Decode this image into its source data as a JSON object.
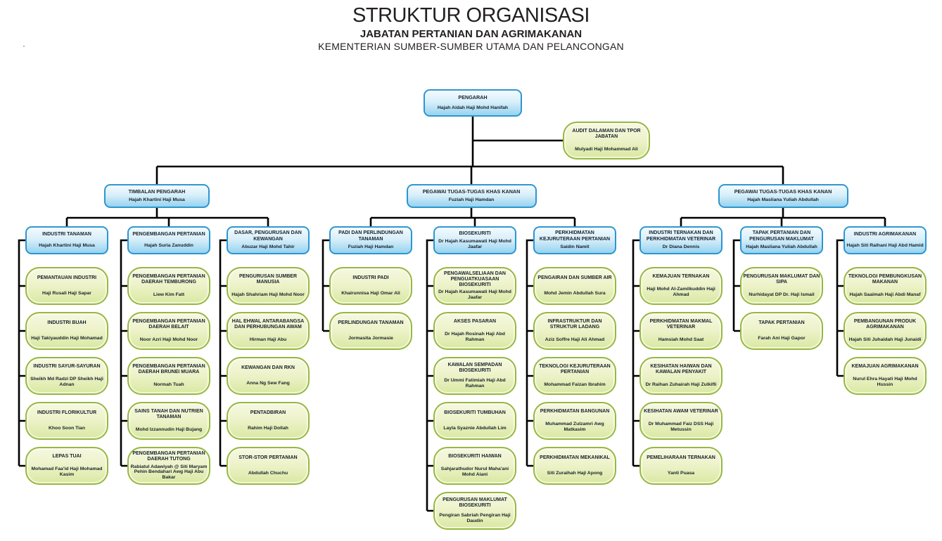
{
  "title": {
    "main": "STRUKTUR ORGANISASI",
    "department": "JABATAN PERTANIAN DAN AGRIMAKANAN",
    "ministry": "KEMENTERIAN SUMBER-SUMBER UTAMA DAN PELANCONGAN"
  },
  "colors": {
    "blue_border": "#2d96cf",
    "blue_fill_top": "#d9effa",
    "blue_fill_bottom": "#96d3f0",
    "green_border": "#97b83f",
    "green_fill_top": "#f5f8e0",
    "green_fill_bottom": "#d9e8a2",
    "line": "#000000",
    "text": "#17212b"
  },
  "root": {
    "title": "PENGARAH",
    "name": "Hajah Aidah Haji Mohd Hanifah"
  },
  "audit": {
    "title": "AUDIT DALAMAN DAN TPOR JABATAN",
    "name": "Mulyadi Haji Mohammad Ali"
  },
  "groups": [
    {
      "title": "TIMBALAN PENGARAH",
      "name": "Hajah Khartini Haji Musa",
      "columns": [
        {
          "title": "INDUSTRI TANAMAN",
          "name": "Hajah Khartini Haji Musa",
          "items": [
            {
              "title": "PEMANTAUAN INDUSTRI",
              "name": "Haji Rusali Haji Sapar"
            },
            {
              "title": "INDUSTRI BUAH",
              "name": "Haji Takiyauddin Haji Mohamad"
            },
            {
              "title": "INDUSTRI SAYUR-SAYURAN",
              "name": "Sheikh Md Radzi DP Sheikh Haji Adnan"
            },
            {
              "title": "INDUSTRI FLORIKULTUR",
              "name": "Khoo Soon Tian"
            },
            {
              "title": "LEPAS TUAI",
              "name": "Mohamad Faa'id Haji Mohamad Kasim"
            }
          ]
        },
        {
          "title": "PENGEMBANGAN PERTANIAN",
          "name": "Hajah Suria Zanuddin",
          "items": [
            {
              "title": "PENGEMBANGAN PERTANIAN DAERAH TEMBURONG",
              "name": "Liew Kim Fatt"
            },
            {
              "title": "PENGEMBANGAN PERTANIAN DAERAH BELAIT",
              "name": "Noor Azri Haji Mohd Noor"
            },
            {
              "title": "PENGEMBANGAN PERTANIAN DAERAH BRUNEI MUARA",
              "name": "Normah Tuah"
            },
            {
              "title": "SAINS TANAH DAN NUTRIEN TANAMAN",
              "name": "Mohd Izzannudin Haji Bujang"
            },
            {
              "title": "PENGEMBANGAN PERTANIAN DAERAH TUTONG",
              "name": "Rabiatul Adawiyah @ Siti Maryam Pehin Bendahari Awg Haji Abu Bakar"
            }
          ]
        },
        {
          "title": "DASAR, PENGURUSAN DAN KEWANGAN",
          "name": "Abuzar Haji Mohd Tahir",
          "items": [
            {
              "title": "PENGURUSAN SUMBER MANUSIA",
              "name": "Hajah Shahriam Haji Mohd Noor"
            },
            {
              "title": "HAL EHWAL ANTARABANGSA DAN PERHUBUNGAN AWAM",
              "name": "Hirman Haji Abu"
            },
            {
              "title": "KEWANGAN DAN RKN",
              "name": "Anna Ng Sew Fang"
            },
            {
              "title": "PENTADBIRAN",
              "name": "Rahim Haji Dollah"
            },
            {
              "title": "STOR-STOR PERTANIAN",
              "name": "Abdullah Chuchu"
            }
          ]
        }
      ]
    },
    {
      "title": "PEGAWAI TUGAS-TUGAS KHAS KANAN",
      "name": "Fuziah Haji Hamdan",
      "columns": [
        {
          "title": "PADI DAN PERLINDUNGAN TANAMAN",
          "name": "Fuziah Haji Hamdan",
          "items": [
            {
              "title": "INDUSTRI PADI",
              "name": "Khairunnisa Haji Omar Ali"
            },
            {
              "title": "PERLINDUNGAN TANAMAN",
              "name": "Jormasita Jormasie"
            }
          ]
        },
        {
          "title": "BIOSEKURITI",
          "name": "Dr Hajah Kasumawati Haji Mohd Jaafar",
          "items": [
            {
              "title": "PENGAWALSELIAAN DAN PENGUATKUASAAN BIOSEKURITI",
              "name": "Dr Hajah Kasumawati Haji Mohd Jaafar"
            },
            {
              "title": "AKSES PASARAN",
              "name": "Dr Hajah Rosinah Haji Abd Rahman"
            },
            {
              "title": "KAWALAN SEMPADAN BIOSEKURITI",
              "name": "Dr Ummi Fatimiah Haji Abd Rahman"
            },
            {
              "title": "BIOSEKURITI TUMBUHAN",
              "name": "Layla Syaznie Abdullah Lim"
            },
            {
              "title": "BIOSEKURITI HAIWAN",
              "name": "Sahjarathudor Nurul Maha'ani Mohd Aiani"
            },
            {
              "title": "PENGURUSAN MAKLUMAT BIOSEKURITI",
              "name": "Pengiran Sabriah Pengiran Haji Daudin"
            }
          ]
        },
        {
          "title": "PERKHIDMATAN KEJURUTERAAN PERTANIAN",
          "name": "Saidin Namit",
          "items": [
            {
              "title": "PENGAIRAN DAN SUMBER AIR",
              "name": "Mohd Jemin Abdullah Sura"
            },
            {
              "title": "INFRASTRUKTUR DAN STRUKTUR LADANG",
              "name": "Aziz Soffre Haji Ali Ahmad"
            },
            {
              "title": "TEKNOLOGI KEJURUTERAAN PERTANIAN",
              "name": "Mohammad Faizan Ibrahim"
            },
            {
              "title": "PERKHIDMATAN BANGUNAN",
              "name": "Muhammad Zulzamri Awg Matkasim"
            },
            {
              "title": "PERKHIDMATAN MEKANIKAL",
              "name": "Siti Zuraihah Haji Apong"
            }
          ]
        }
      ]
    },
    {
      "title": "PEGAWAI TUGAS-TUGAS KHAS KANAN",
      "name": "Hajah Masliana Yuliah Abdullah",
      "columns": [
        {
          "title": "INDUSTRI TERNAKAN DAN PERKHIDMATAN VETERINAR",
          "name": "Dr Diana Dennis",
          "items": [
            {
              "title": "KEMAJUAN TERNAKAN",
              "name": "Haji Mohd Al-Zamilkuddin Haji Ahmad"
            },
            {
              "title": "PERKHIDMATAN MAKMAL VETERINAR",
              "name": "Hamsiah Mohd Saat"
            },
            {
              "title": "KESIHATAN HAIWAN DAN KAWALAN PENYAKIT",
              "name": "Dr Raihan Zuhairah Haji Zulkifli"
            },
            {
              "title": "KESIHATAN AWAM VETERINAR",
              "name": "Dr Muhammad Faiz DSS Haji Metussin"
            },
            {
              "title": "PEMELIHARAAN TERNAKAN",
              "name": "Yanti Puasa"
            }
          ]
        },
        {
          "title": "TAPAK PERTANIAN DAN PENGURUSAN MAKLUMAT",
          "name": "Hajah Masliana Yuliah Abdullah",
          "items": [
            {
              "title": "PENGURUSAN MAKLUMAT DAN SIPA",
              "name": "Nurhidayat DP Dr. Haji Ismail"
            },
            {
              "title": "TAPAK PERTANIAN",
              "name": "Farah Ani Haji Gapor"
            }
          ]
        },
        {
          "title": "INDUSTRI AGRIMAKANAN",
          "name": "Hajah Siti Raihani Haji Abd Hamid",
          "items": [
            {
              "title": "TEKNOLOGI PEMBUNGKUSAN MAKANAN",
              "name": "Hajah Saaimah Haji Abdi Manaf"
            },
            {
              "title": "PEMBANGUNAN PRODUK AGRIMAKANAN",
              "name": "Hajah Siti Juhaidah Haji Junaidi"
            },
            {
              "title": "KEMAJUAN AGRIMAKANAN",
              "name": "Nurul Ehra Hayati Haji Mohd Hussin"
            }
          ]
        }
      ]
    }
  ]
}
